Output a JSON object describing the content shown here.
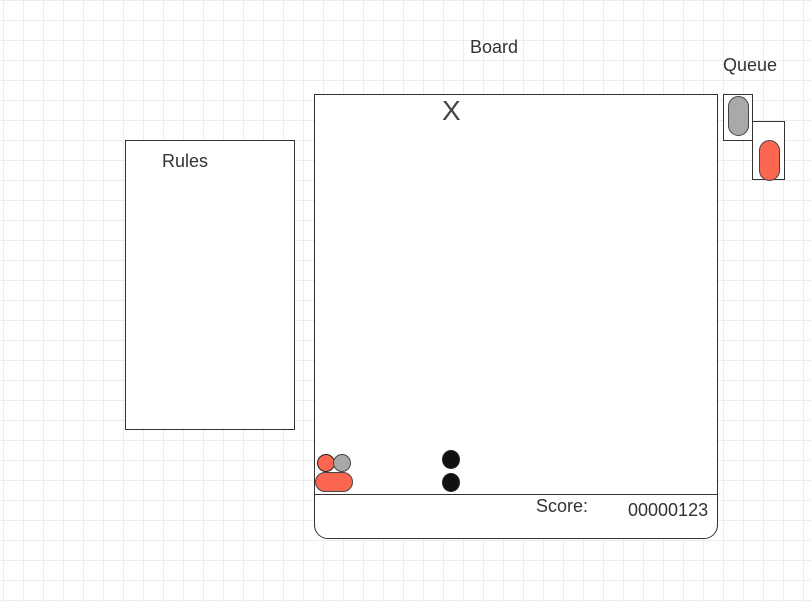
{
  "labels": {
    "board": "Board",
    "queue": "Queue",
    "rules": "Rules",
    "score_label": "Score:",
    "score_value": "00000123",
    "marker": "X"
  },
  "colors": {
    "red_piece": "#fa6650",
    "gray_piece": "#a9a9a9",
    "black_piece": "#111111",
    "outline": "#333333"
  },
  "queue": [
    {
      "color": "gray"
    },
    {
      "color": "red"
    }
  ]
}
